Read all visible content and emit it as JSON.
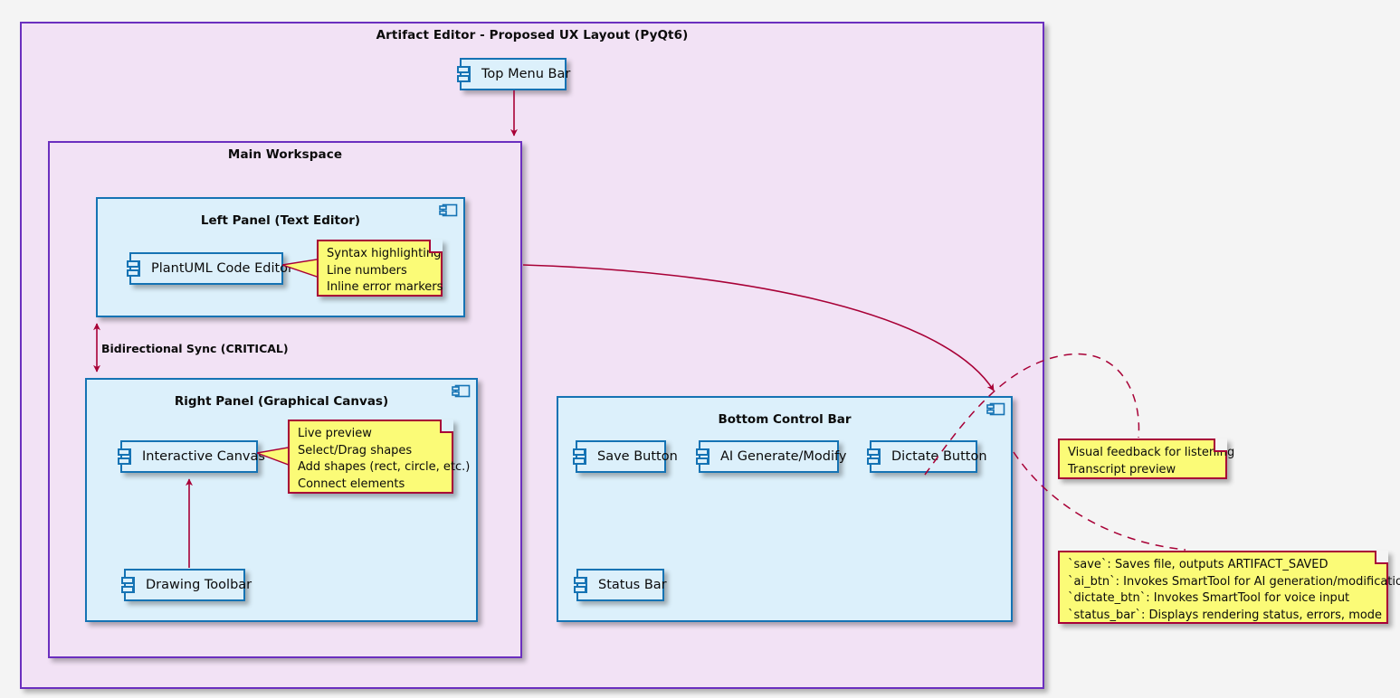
{
  "diagram": {
    "outer_frame": {
      "title": "Artifact Editor - Proposed UX Layout (PyQt6)",
      "border_color": "#6B2FBF",
      "fill_color": "#F2E2F5"
    },
    "page_background": "#F4F4F4"
  },
  "nodes": {
    "top_menu_bar": {
      "label": "Top Menu Bar"
    },
    "plantuml_code_editor": {
      "label": "PlantUML Code Editor"
    },
    "interactive_canvas": {
      "label": "Interactive Canvas"
    },
    "drawing_toolbar": {
      "label": "Drawing Toolbar"
    },
    "save_button": {
      "label": "Save Button"
    },
    "ai_generate_button": {
      "label": "AI Generate/Modify"
    },
    "dictate_button": {
      "label": "Dictate Button"
    },
    "status_bar": {
      "label": "Status Bar"
    }
  },
  "containers": {
    "main_workspace": {
      "title": "Main Workspace"
    },
    "left_panel": {
      "title": "Left Panel (Text Editor)"
    },
    "right_panel": {
      "title": "Right Panel (Graphical Canvas)"
    },
    "bottom_control_bar": {
      "title": "Bottom Control Bar"
    }
  },
  "notes": {
    "editor_note": {
      "lines": [
        "Syntax highlighting",
        "Line numbers",
        "Inline error markers"
      ]
    },
    "canvas_note": {
      "lines": [
        "Live preview",
        "Select/Drag shapes",
        "Add shapes (rect, circle, etc.)",
        "Connect elements"
      ]
    },
    "dictate_note": {
      "lines": [
        "Visual feedback for listening",
        "Transcript preview"
      ]
    },
    "control_bar_note": {
      "lines": [
        "`save`: Saves file, outputs ARTIFACT_SAVED",
        "`ai_btn`: Invokes SmartTool for AI generation/modification",
        "`dictate_btn`: Invokes SmartTool for voice input",
        "`status_bar`: Displays rendering status, errors, mode"
      ]
    }
  },
  "edges": {
    "bidirectional_sync": {
      "label": "Bidirectional Sync (CRITICAL)",
      "color": "#A80036"
    },
    "menu_to_workspace": {
      "label": "",
      "color": "#A80036"
    },
    "editor_to_controlbar": {
      "label": "",
      "color": "#A80036"
    },
    "toolbar_to_canvas": {
      "label": "",
      "color": "#A80036"
    }
  },
  "colors": {
    "node_fill": "#DCF0FB",
    "node_border": "#1573B4",
    "note_fill": "#FBFB77",
    "note_border": "#A80036",
    "package_fill": "#F2E2F5",
    "package_border": "#6B2FBF",
    "arrow": "#A80036"
  }
}
